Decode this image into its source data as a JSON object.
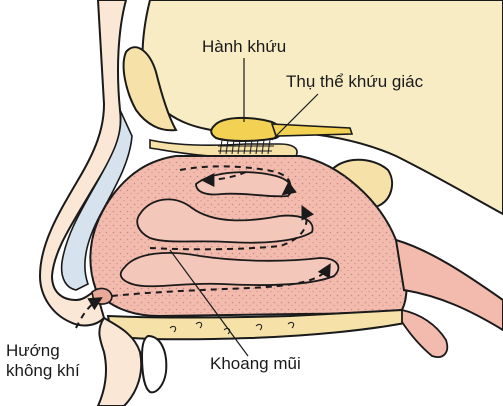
{
  "labels": {
    "olfactory_bulb": "Hành khứu",
    "olfactory_receptors": "Thụ thể khứu giác",
    "airflow_direction_line1": "Hướng",
    "airflow_direction_line2": "không khí",
    "nasal_cavity": "Khoang mũi"
  },
  "colors": {
    "bone": "#f6e7b4",
    "skin": "#f7dccd",
    "mucosa": "#f1b9ad",
    "bulb": "#f3d152",
    "outline": "#1a1a1a",
    "nasal_wall": "#c8d8e6"
  }
}
